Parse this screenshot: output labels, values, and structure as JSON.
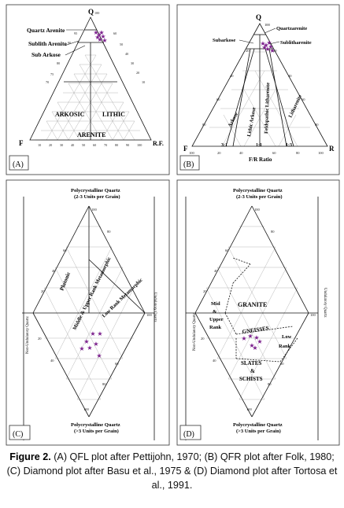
{
  "caption": {
    "label": "Figure 2.",
    "text": " (A) QFL plot after Pettijohn, 1970; (B) QFR plot after Folk, 1980; (C) Diamond plot after Basu et al., 1975 & (D) Diamond plot after Tortosa et al., 1991."
  },
  "marker_color": "#7b1f8c",
  "panel_a": {
    "tag": "(A)",
    "apex_top": "Q",
    "apex_left": "F",
    "apex_right": "R.F.",
    "fields": [
      "Quartz Arenite",
      "Sublith Arenite",
      "Sub Arkose",
      "ARKOSIC",
      "LITHIC",
      "ARENITE"
    ],
    "tick_labels": [
      "10",
      "20",
      "30",
      "40",
      "50",
      "60",
      "70",
      "80",
      "90",
      "100"
    ],
    "side_labels": [
      "100",
      "95",
      "90",
      "80",
      "75",
      "70",
      "60",
      "50",
      "40",
      "30",
      "20",
      "10"
    ]
  },
  "panel_b": {
    "tag": "(B)",
    "apex_top": "Q",
    "apex_left": "F",
    "apex_right": "R",
    "fields": [
      "Quartzarenite",
      "Sublitharenite",
      "Subarkose",
      "Arkose",
      "Lithic Arkose",
      "Feldspathic Litharenite",
      "Litharenite"
    ],
    "ratios": [
      "3:1",
      "1:1",
      "1:3"
    ],
    "axis_title": "F/R Ratio",
    "top_value": "100",
    "bottom_ticks": [
      "100",
      "20",
      "40",
      "60",
      "80",
      "100"
    ],
    "left_ticks": [
      "20",
      "40",
      "60",
      "80"
    ],
    "right_ticks": [
      "20",
      "40",
      "60",
      "80"
    ]
  },
  "panel_c": {
    "tag": "(C)",
    "top_title_1": "Polycrystalline Quartz",
    "top_title_2": "(2-3 Units per Grain)",
    "bottom_title_1": "Polycrystalline Quartz",
    "bottom_title_2": "(>3 Units per Grain)",
    "left_title": "Non-Undulatory Quartz",
    "right_title": "Undulatory Quartz",
    "fields": [
      "Plutonic",
      "Middle & Upper Rank Metamorphic",
      "Low Rank Metamorphic"
    ],
    "ticks": [
      "100",
      "80",
      "60",
      "40",
      "20",
      "100",
      "20",
      "40",
      "60",
      "80",
      "100"
    ]
  },
  "panel_d": {
    "tag": "(D)",
    "top_title_1": "Polycrystalline Quartz",
    "top_title_2": "(2-3 Units per Grain)",
    "bottom_title_1": "Polycrystalline Quartz",
    "bottom_title_2": "(>3 Units per Grain)",
    "left_title": "Non-Undulatory Quartz",
    "right_title": "Undulatory Quartz",
    "fields": [
      "GRANITE",
      "Mid",
      "&",
      "Upper",
      "Rank",
      "GNEISSES",
      "Low",
      "Rank",
      "SLATES",
      "&",
      "SCHISTS"
    ],
    "ticks": [
      "100",
      "80",
      "60",
      "40",
      "20",
      "100",
      "20",
      "40",
      "60",
      "80",
      "100"
    ]
  }
}
